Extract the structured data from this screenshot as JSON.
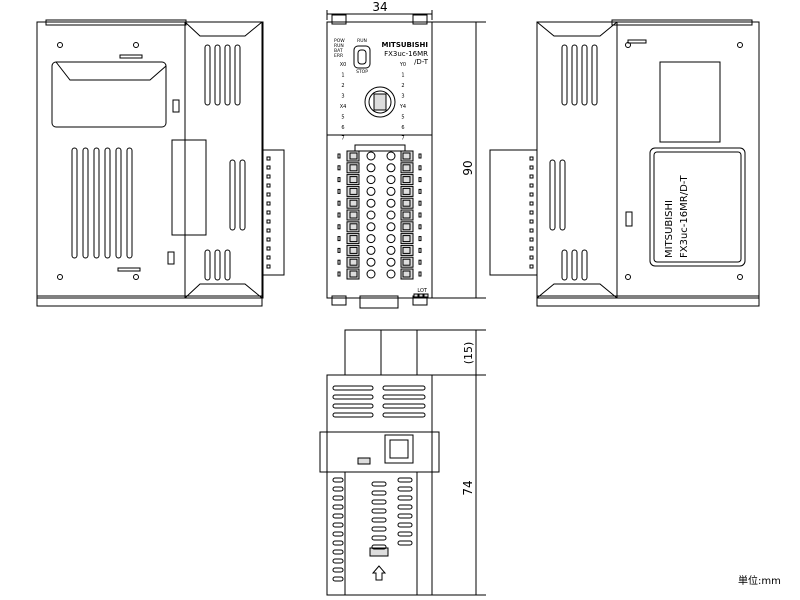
{
  "dimensions": {
    "width": "34",
    "height": "90",
    "connector_depth": "(15)",
    "depth": "74",
    "unit": "単位:mm"
  },
  "front": {
    "brand": "MITSUBISHI",
    "model": "FX3uc-16MR",
    "model_suffix": "/D-T",
    "status_leds": [
      "POW",
      "RUN",
      "BAT",
      "ERR"
    ],
    "switch_top": "RUN",
    "switch_bottom": "STOP",
    "inputs": [
      "X0",
      "1",
      "2",
      "3",
      "X4",
      "5",
      "6",
      "7"
    ],
    "outputs": [
      "Y0",
      "1",
      "2",
      "3",
      "Y4",
      "5",
      "6",
      "7"
    ],
    "lot": "LOT"
  },
  "side_label": {
    "line1": "MITSUBISHI",
    "line2": "FX3uc-16MR/D-T"
  }
}
